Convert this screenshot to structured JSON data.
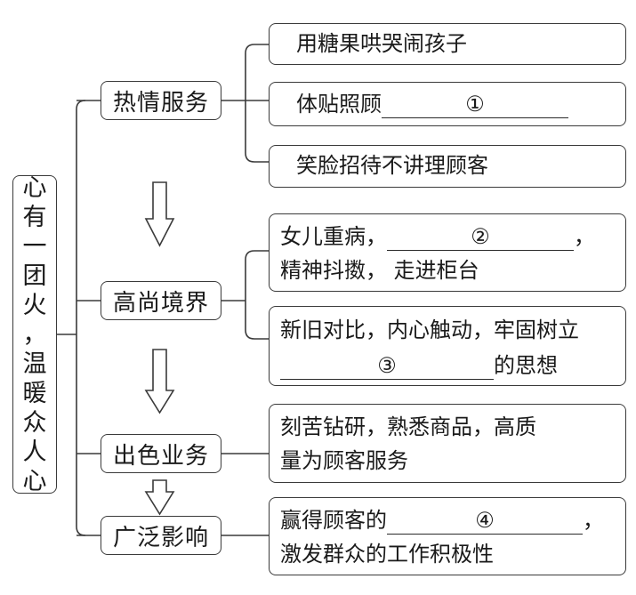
{
  "root": {
    "label": [
      "心",
      "有",
      "一",
      "团",
      "火",
      "，",
      "温",
      "暖",
      "众",
      "人",
      "心"
    ]
  },
  "branches": [
    {
      "label": "热情服务",
      "leaves": [
        {
          "before": "用糖果哄哭闹孩子"
        },
        {
          "before": "体贴照顾",
          "blank": "①",
          "after": ""
        },
        {
          "before": "笑脸招待不讲理顾客"
        }
      ]
    },
    {
      "label": "高尚境界",
      "leaves": [
        {
          "before": "女儿重病，",
          "blank": "②",
          "after": "，",
          "line2": "精神抖擞， 走进柜台"
        },
        {
          "before": "新旧对比，内心触动，牢固树立",
          "blank": "③",
          "after": "的思想"
        }
      ]
    },
    {
      "label": "出色业务",
      "leaves": [
        {
          "before": "刻苦钻研，熟悉商品，高质",
          "line2": "量为顾客服务"
        }
      ]
    },
    {
      "label": "广泛影响",
      "leaves": [
        {
          "before": "赢得顾客的",
          "blank": "④",
          "after": "，",
          "line2": "激发群众的工作积极性"
        }
      ]
    }
  ]
}
